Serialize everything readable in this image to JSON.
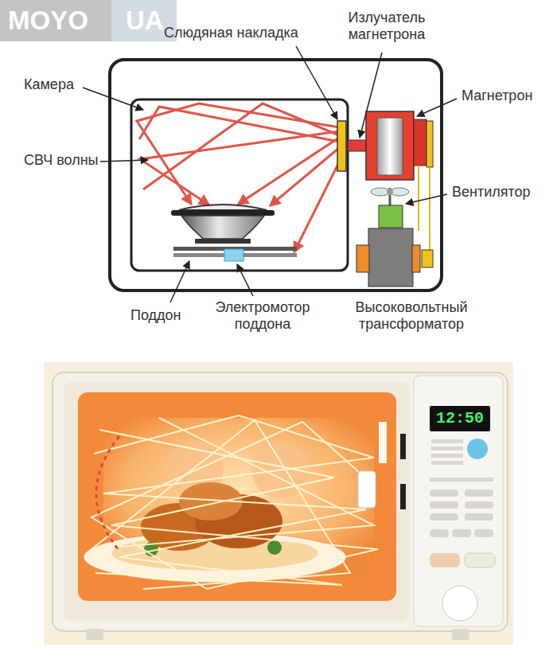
{
  "diagram": {
    "labels": [
      "MOYO",
      "UA",
      "Слюдяная накладка",
      "Излучатель магнетрона",
      "Камера",
      "Магнетрон",
      "СВЧ волны",
      "Вентилятор",
      "Поддон",
      "Электромотор поддона",
      "Высоковольтный трансформатор",
      "12:50"
    ]
  }
}
